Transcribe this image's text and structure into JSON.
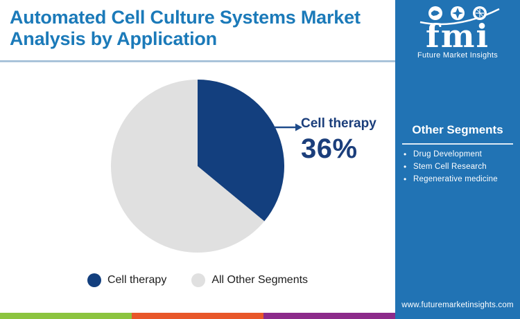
{
  "header": {
    "title_line1": "Automated Cell Culture Systems Market",
    "title_line2": "Analysis by Application"
  },
  "logo": {
    "brand": "fmi",
    "tagline": "Future Market Insights",
    "icons": [
      "map-icon",
      "compass-icon",
      "globe-icon"
    ]
  },
  "sidebar": {
    "heading": "Other Segments",
    "items": [
      "Drug Development",
      "Stem Cell Research",
      "Regenerative medicine"
    ],
    "url": "www.futuremarketinsights.com"
  },
  "annotation": {
    "label": "Cell therapy",
    "value": "36%"
  },
  "chart_data": {
    "type": "pie",
    "title": "Automated Cell Culture Systems Market Analysis by Application",
    "categories": [
      "Cell therapy",
      "All Other Segments"
    ],
    "values": [
      36,
      64
    ],
    "unit": "percent",
    "colors": [
      "#133f7e",
      "#e0e0e0"
    ],
    "start_angle_deg": 0,
    "direction": "clockwise",
    "legend_position": "bottom",
    "annotation": "Cell therapy 36%"
  },
  "colors": {
    "sidebar_blue": "#2173b4",
    "title_blue": "#1b7ab9",
    "navy_accent": "#1b3e7b",
    "divider": "#a9c3da",
    "stripe_green": "#8cc43f",
    "stripe_orange": "#e8572a",
    "stripe_purple": "#8c2b8a"
  }
}
